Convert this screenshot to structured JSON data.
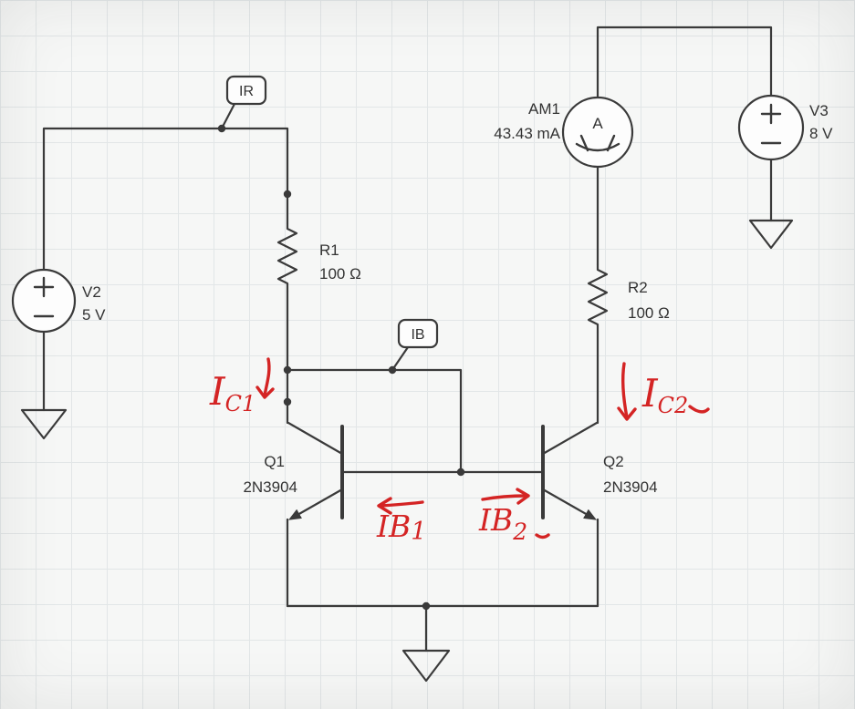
{
  "schematic": {
    "wire_labels": {
      "ir": "IR",
      "ib": "IB"
    },
    "components": {
      "v2": {
        "name": "V2",
        "value": "5 V"
      },
      "v3": {
        "name": "V3",
        "value": "8 V"
      },
      "r1": {
        "name": "R1",
        "value": "100 Ω"
      },
      "r2": {
        "name": "R2",
        "value": "100 Ω"
      },
      "q1": {
        "name": "Q1",
        "part": "2N3904"
      },
      "q2": {
        "name": "Q2",
        "part": "2N3904"
      },
      "am1": {
        "name": "AM1",
        "reading": "43.43 mA",
        "meter_letter": "A"
      }
    },
    "annotations": {
      "ic1": {
        "main": "I",
        "sub": "C1"
      },
      "ic2": {
        "main": "I",
        "sub": "C2"
      },
      "ib1": {
        "main": "IB",
        "sub": "1"
      },
      "ib2": {
        "main": "IB",
        "sub": "2"
      }
    },
    "colors": {
      "wire": "#3a3a3a",
      "annotation_red": "#d42424",
      "grid": "#e2e6e7",
      "background": "#f6f7f6"
    }
  }
}
